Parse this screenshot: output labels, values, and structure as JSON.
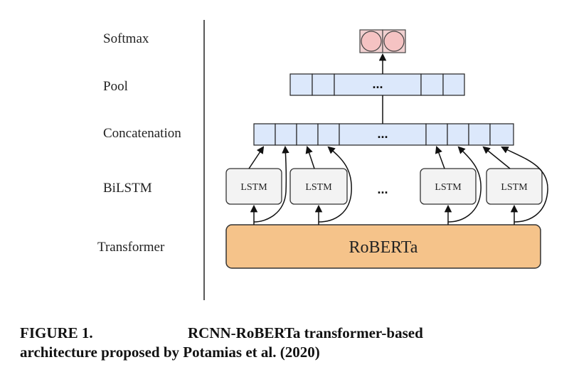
{
  "diagram": {
    "row_labels": {
      "softmax": "Softmax",
      "pool": "Pool",
      "concatenation": "Concatenation",
      "bilstm": "BiLSTM",
      "transformer": "Transformer"
    },
    "ellipsis": "...",
    "lstm_label": "LSTM",
    "roberta_label": "RoBERTa",
    "colors": {
      "vector_fill": "#dce8fb",
      "roberta_fill": "#f5c38a",
      "softmax_fill": "#f5c3c3",
      "lstm_fill": "#f3f3f3"
    }
  },
  "caption": {
    "figure_number": "FIGURE 1.",
    "line1": "RCNN-RoBERTa transformer-based",
    "line2": "architecture proposed by Potamias et al. (2020)"
  }
}
